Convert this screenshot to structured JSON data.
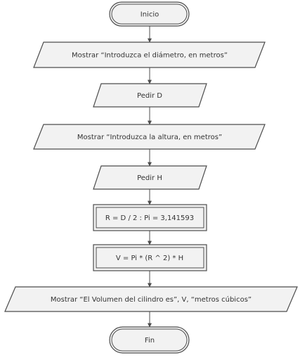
{
  "diagram": {
    "type": "flowchart",
    "nodes": [
      {
        "id": "inicio",
        "kind": "terminal",
        "label": "Inicio"
      },
      {
        "id": "mostrar-diametro",
        "kind": "io",
        "label": "Mostrar “Introduzca el diámetro, en metros”"
      },
      {
        "id": "pedir-d",
        "kind": "io",
        "label": "Pedir D"
      },
      {
        "id": "mostrar-altura",
        "kind": "io",
        "label": "Mostrar “Introduzca la altura, en metros”"
      },
      {
        "id": "pedir-h",
        "kind": "io",
        "label": "Pedir H"
      },
      {
        "id": "calc-r",
        "kind": "process",
        "label": "R = D / 2 : Pi = 3,141593"
      },
      {
        "id": "calc-v",
        "kind": "process",
        "label": "V = Pi * (R ^ 2) * H"
      },
      {
        "id": "mostrar-volumen",
        "kind": "io",
        "label": "Mostrar “El Volumen del cilindro es”, V, “metros cúbicos”"
      },
      {
        "id": "fin",
        "kind": "terminal",
        "label": "Fin"
      }
    ],
    "edges": [
      [
        "inicio",
        "mostrar-diametro"
      ],
      [
        "mostrar-diametro",
        "pedir-d"
      ],
      [
        "pedir-d",
        "mostrar-altura"
      ],
      [
        "mostrar-altura",
        "pedir-h"
      ],
      [
        "pedir-h",
        "calc-r"
      ],
      [
        "calc-r",
        "calc-v"
      ],
      [
        "calc-v",
        "mostrar-volumen"
      ],
      [
        "mostrar-volumen",
        "fin"
      ]
    ],
    "colors": {
      "fill": "#f2f2f2",
      "stroke": "#4d4d4d",
      "text": "#333333"
    }
  }
}
